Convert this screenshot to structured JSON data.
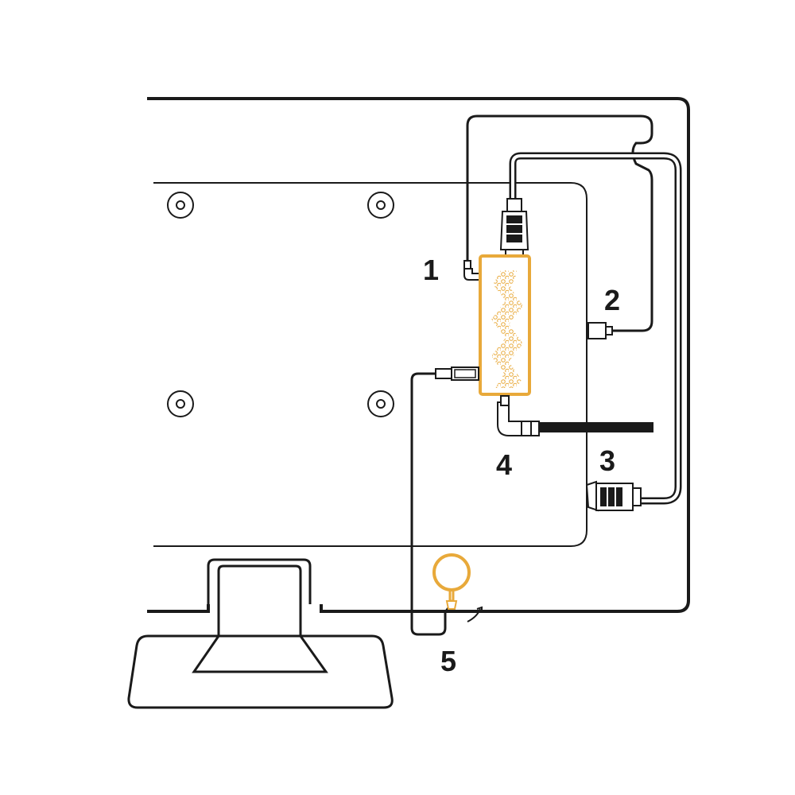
{
  "diagram": {
    "callouts": {
      "c1": "1",
      "c2": "2",
      "c3": "3",
      "c4": "4",
      "c5": "5"
    },
    "colors": {
      "line": "#1a1a1a",
      "device_accent": "#e8a93a",
      "background": "#ffffff"
    },
    "icons": [
      "tv-rear-outline",
      "vesa-mount-hole",
      "media-stick-device",
      "hdmi-cable",
      "usb-cable",
      "power-cable",
      "audio-jack-cable",
      "ir-sensor-eye",
      "tv-stand"
    ]
  }
}
